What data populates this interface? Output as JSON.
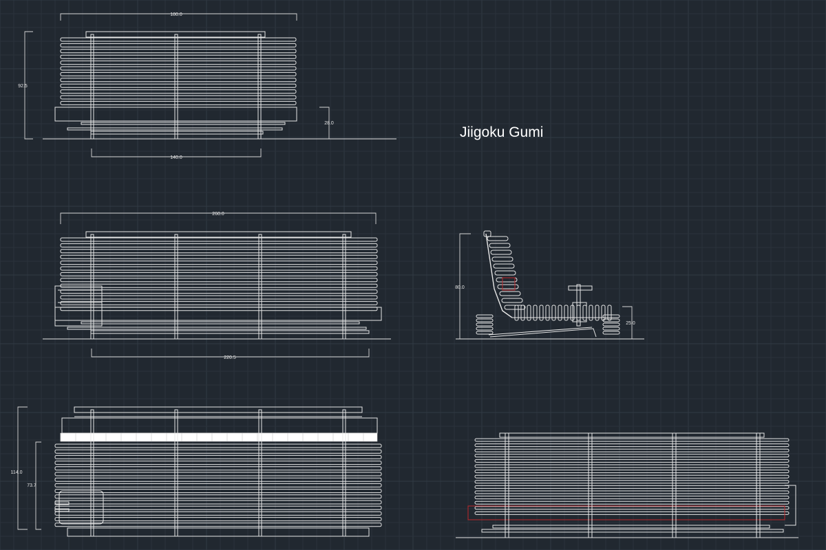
{
  "title": "Jiigoku Gumi",
  "colors": {
    "background": "#212830",
    "line": "#e8e8e8",
    "highlight": "#c0282b"
  },
  "views": {
    "front": {
      "width_label": "180.0",
      "height_label": "92.5",
      "seat_height_label": "28.0",
      "base_label": "140.0"
    },
    "long": {
      "width_label": "260.0",
      "base_label": "220.5"
    },
    "side": {
      "height_label": "80.0",
      "seat_label": "25.0"
    },
    "top": {
      "depth_label": "114.0",
      "inner_label": "73.7"
    }
  }
}
